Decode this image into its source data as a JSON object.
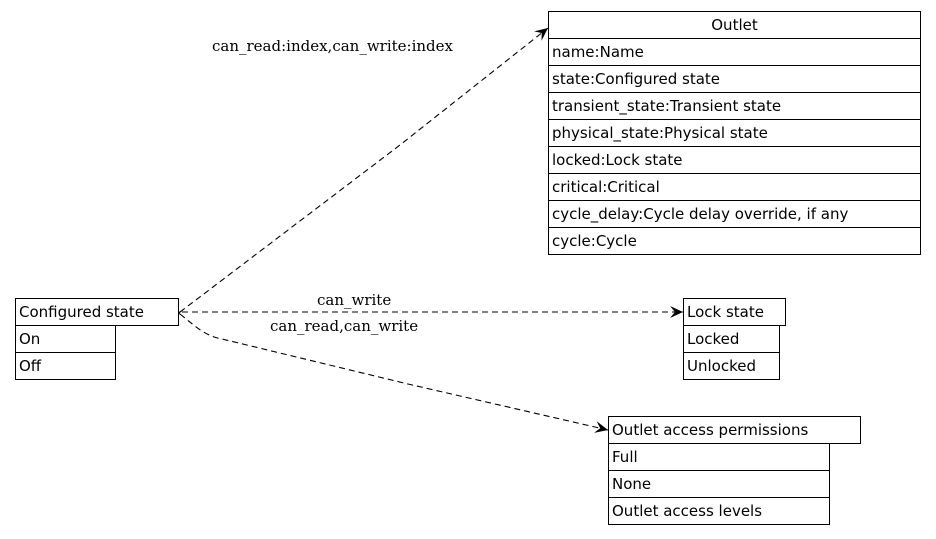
{
  "tables": {
    "outlet": {
      "title": "Outlet",
      "rows": [
        "name:Name",
        "state:Configured state",
        "transient_state:Transient state",
        "physical_state:Physical state",
        "locked:Lock state",
        "critical:Critical",
        "cycle_delay:Cycle delay override, if any",
        "cycle:Cycle"
      ]
    },
    "configured_state": {
      "title": "Configured state",
      "rows": [
        "On",
        "Off"
      ]
    },
    "lock_state": {
      "title": "Lock state",
      "rows": [
        "Locked",
        "Unlocked"
      ]
    },
    "outlet_access_permissions": {
      "title": "Outlet access permissions",
      "rows": [
        "Full",
        "None",
        "Outlet access levels"
      ]
    }
  },
  "edges": {
    "to_outlet": "can_read:index,can_write:index",
    "to_lock": "can_write",
    "to_permissions": "can_read,can_write"
  }
}
